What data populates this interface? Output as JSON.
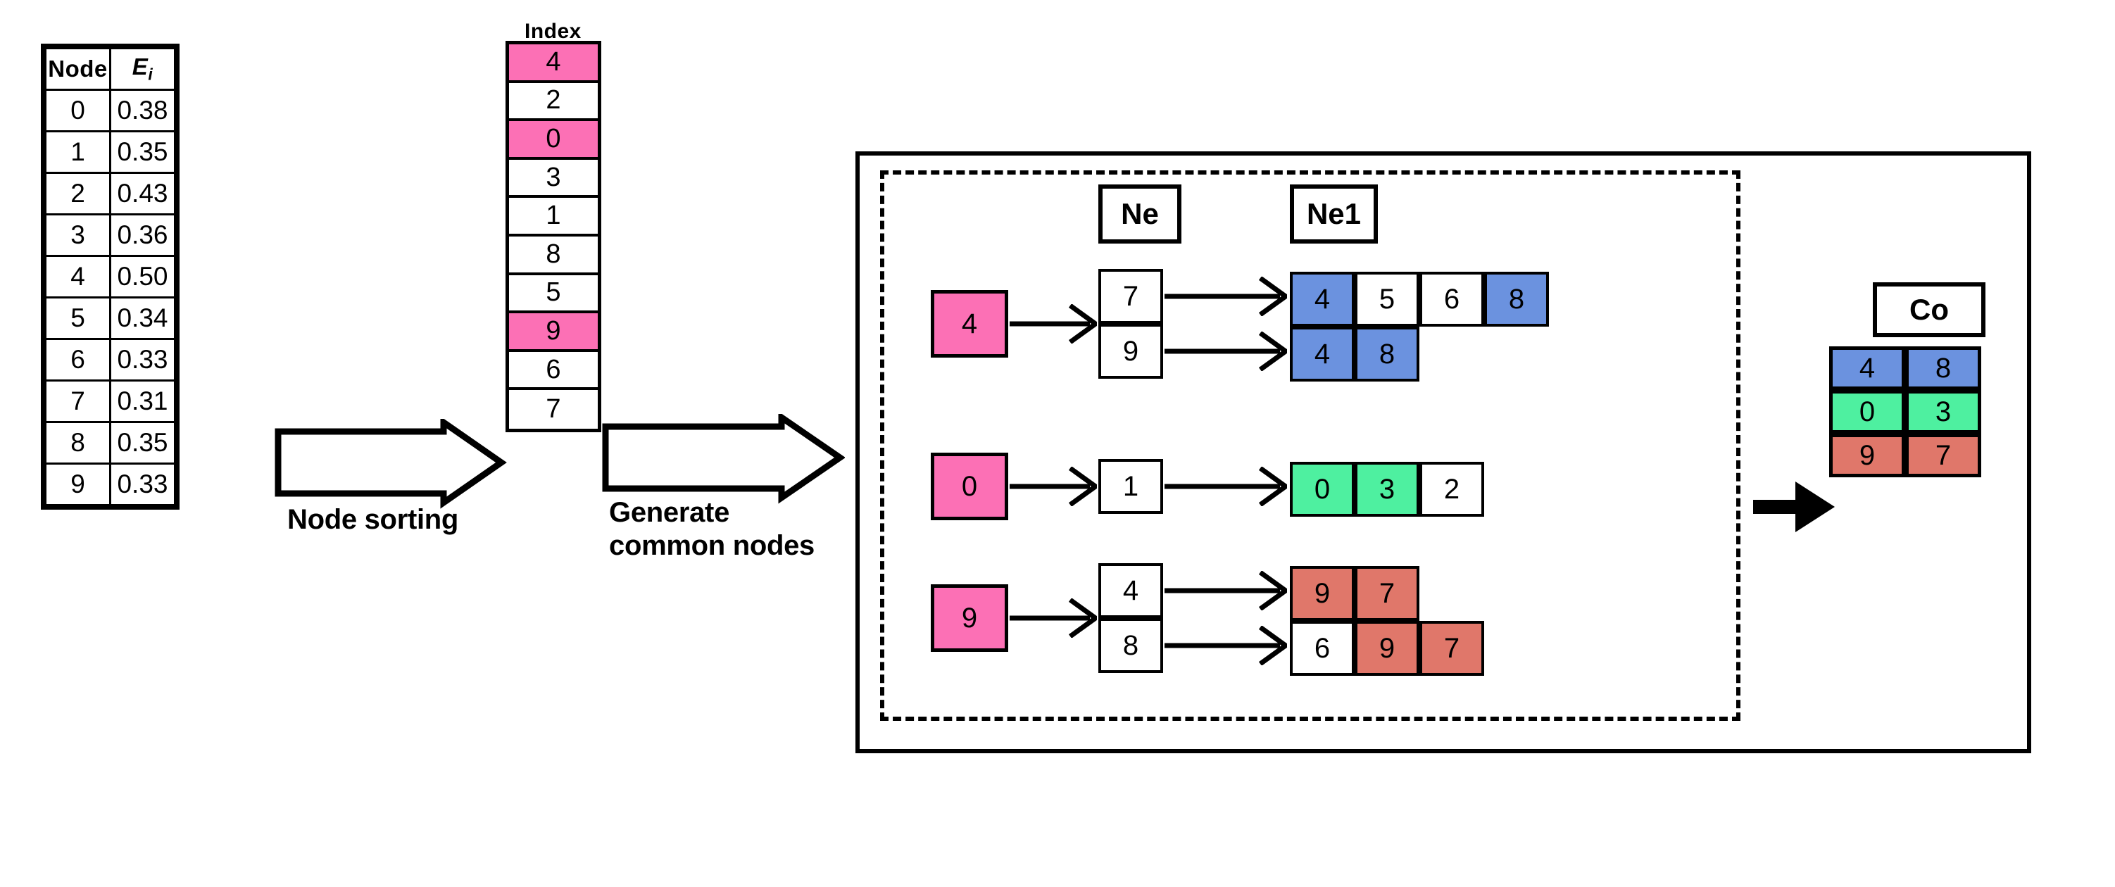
{
  "node_table": {
    "headers": [
      "Node",
      "E"
    ],
    "header_subscript": "i",
    "rows": [
      {
        "node": "0",
        "ei": "0.38"
      },
      {
        "node": "1",
        "ei": "0.35"
      },
      {
        "node": "2",
        "ei": "0.43"
      },
      {
        "node": "3",
        "ei": "0.36"
      },
      {
        "node": "4",
        "ei": "0.50"
      },
      {
        "node": "5",
        "ei": "0.34"
      },
      {
        "node": "6",
        "ei": "0.33"
      },
      {
        "node": "7",
        "ei": "0.31"
      },
      {
        "node": "8",
        "ei": "0.35"
      },
      {
        "node": "9",
        "ei": "0.33"
      }
    ]
  },
  "index_column": {
    "label": "Index",
    "cells": [
      {
        "value": "4",
        "highlight": "pink"
      },
      {
        "value": "2",
        "highlight": "none"
      },
      {
        "value": "0",
        "highlight": "pink"
      },
      {
        "value": "3",
        "highlight": "none"
      },
      {
        "value": "1",
        "highlight": "none"
      },
      {
        "value": "8",
        "highlight": "none"
      },
      {
        "value": "5",
        "highlight": "none"
      },
      {
        "value": "9",
        "highlight": "pink"
      },
      {
        "value": "6",
        "highlight": "none"
      },
      {
        "value": "7",
        "highlight": "none"
      }
    ]
  },
  "arrows": {
    "node_sorting": "Node sorting",
    "generate_common_nodes_line1": "Generate",
    "generate_common_nodes_line2": "common nodes"
  },
  "panel": {
    "ne_header": "Ne",
    "ne1_header": "Ne1",
    "groups": [
      {
        "seed": "4",
        "ne": [
          "7",
          "9"
        ],
        "ne1_rows": [
          [
            {
              "v": "4",
              "c": "blue"
            },
            {
              "v": "5",
              "c": "white"
            },
            {
              "v": "6",
              "c": "white"
            },
            {
              "v": "8",
              "c": "blue"
            }
          ],
          [
            {
              "v": "4",
              "c": "blue"
            },
            {
              "v": "8",
              "c": "blue"
            }
          ]
        ]
      },
      {
        "seed": "0",
        "ne": [
          "1"
        ],
        "ne1_rows": [
          [
            {
              "v": "0",
              "c": "green"
            },
            {
              "v": "3",
              "c": "green"
            },
            {
              "v": "2",
              "c": "white"
            }
          ]
        ]
      },
      {
        "seed": "9",
        "ne": [
          "4",
          "8"
        ],
        "ne1_rows": [
          [
            {
              "v": "9",
              "c": "red"
            },
            {
              "v": "7",
              "c": "red"
            }
          ],
          [
            {
              "v": "6",
              "c": "white"
            },
            {
              "v": "9",
              "c": "red"
            },
            {
              "v": "7",
              "c": "red"
            }
          ]
        ]
      }
    ]
  },
  "co_table": {
    "header": "Co",
    "rows": [
      {
        "cells": [
          "4",
          "8"
        ],
        "color": "blue"
      },
      {
        "cells": [
          "0",
          "3"
        ],
        "color": "green"
      },
      {
        "cells": [
          "9",
          "7"
        ],
        "color": "red"
      }
    ]
  },
  "colors": {
    "pink": "#fc70b5",
    "blue": "#6b92df",
    "green": "#4ef0a0",
    "red": "#e0776a",
    "stroke": "#000000",
    "background": "#ffffff"
  }
}
